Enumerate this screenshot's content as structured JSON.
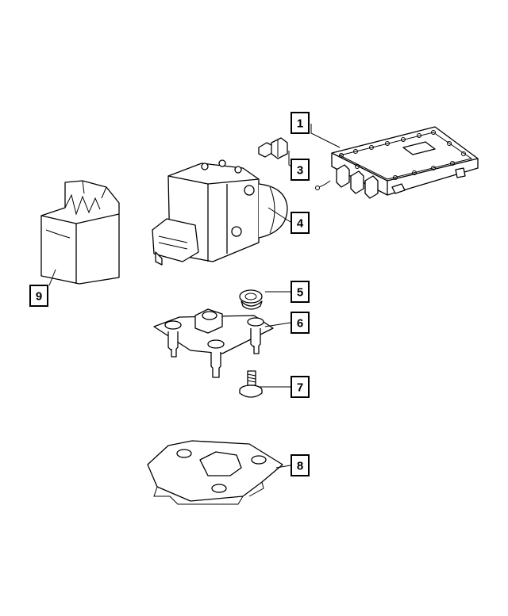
{
  "callouts": [
    {
      "id": "1",
      "label": "1"
    },
    {
      "id": "3",
      "label": "3"
    },
    {
      "id": "4",
      "label": "4"
    },
    {
      "id": "5",
      "label": "5"
    },
    {
      "id": "6",
      "label": "6"
    },
    {
      "id": "7",
      "label": "7"
    },
    {
      "id": "8",
      "label": "8"
    },
    {
      "id": "9",
      "label": "9"
    }
  ]
}
